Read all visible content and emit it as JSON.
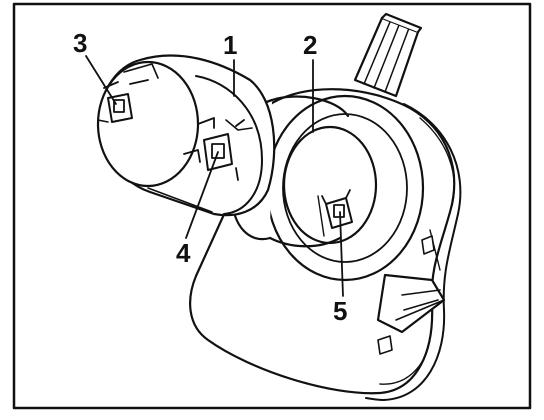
{
  "callouts": {
    "part_1": "1",
    "part_2": "2",
    "part_3": "3",
    "part_4": "4",
    "part_5": "5"
  },
  "colors": {
    "line": "#111111",
    "fill": "#ffffff",
    "shade": "#dcdcdc"
  }
}
